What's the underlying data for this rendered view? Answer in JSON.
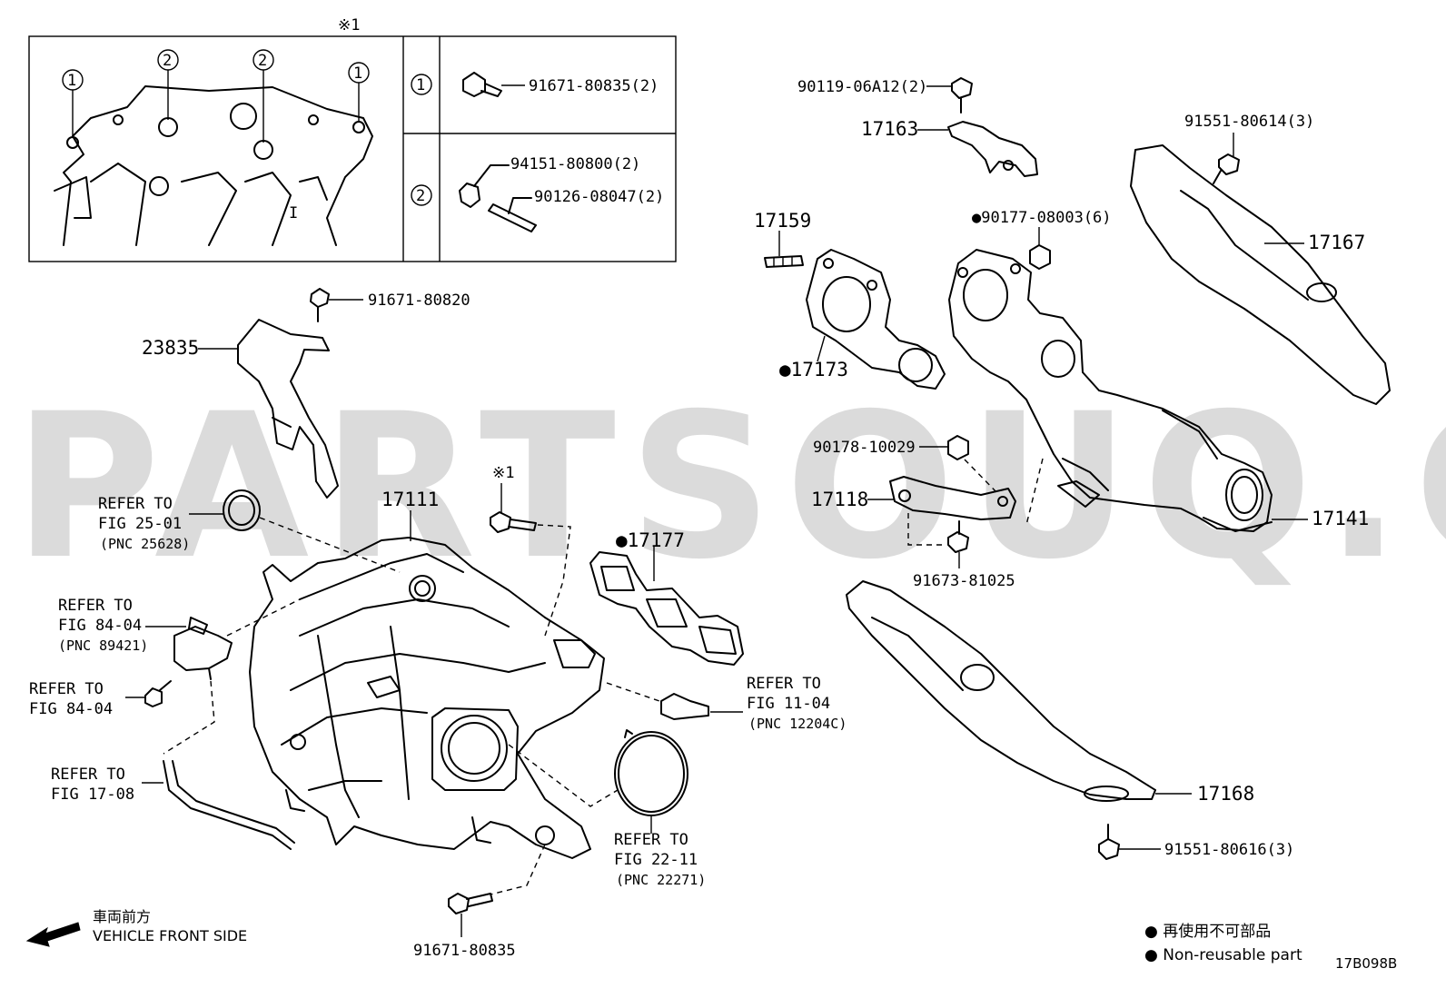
{
  "watermark": "PARTSOUQ.COM",
  "inset": {
    "note_mark": "※1",
    "circle_1": "1",
    "circle_2": "2",
    "roman_mark": "I",
    "legend": [
      {
        "circle": "1",
        "parts": [
          "91671-80835(2)"
        ]
      },
      {
        "circle": "2",
        "parts": [
          "94151-80800(2)",
          "90126-08047(2)"
        ]
      }
    ]
  },
  "labels": {
    "p_91671_80820": "91671-80820",
    "p_23835": "23835",
    "p_17111": "17111",
    "p_note_mark": "※1",
    "p_17177": "●17177",
    "p_90119": "90119-06A12(2)",
    "p_17163": "17163",
    "p_91551_80614": "91551-80614(3)",
    "p_17159": "17159",
    "p_90177": "●90177-08003(6)",
    "p_17167": "17167",
    "p_17173": "●17173",
    "p_90178": "90178-10029",
    "p_17118": "17118",
    "p_17141": "17141",
    "p_91673": "91673-81025",
    "p_17168": "17168",
    "p_91551_80616": "91551-80616(3)",
    "p_91671_80835": "91671-80835"
  },
  "refs": {
    "r1": {
      "line1": "REFER TO",
      "line2": "FIG 25-01",
      "pnc": "(PNC 25628)"
    },
    "r2": {
      "line1": "REFER TO",
      "line2": "FIG 84-04",
      "pnc": "(PNC 89421)"
    },
    "r3": {
      "line1": "REFER TO",
      "line2": "FIG 84-04"
    },
    "r4": {
      "line1": "REFER TO",
      "line2": "FIG 17-08"
    },
    "r5": {
      "line1": "REFER TO",
      "line2": "FIG 11-04",
      "pnc": "(PNC 12204C)"
    },
    "r6": {
      "line1": "REFER TO",
      "line2": "FIG 22-11",
      "pnc": "(PNC 22271)"
    }
  },
  "front": {
    "jp": "車両前方",
    "en": "VEHICLE FRONT SIDE"
  },
  "legend_bottom": {
    "jp": "● 再使用不可部品",
    "en": "● Non-reusable part"
  },
  "diagram_code": "17B098B"
}
